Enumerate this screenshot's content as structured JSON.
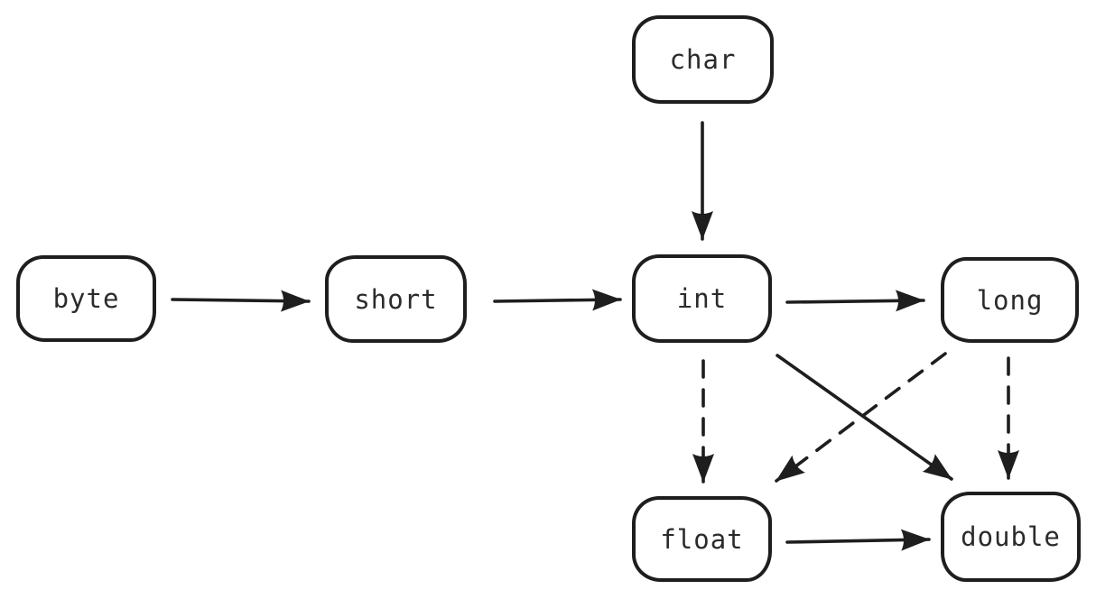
{
  "diagram": {
    "description": "Primitive type conversion diagram",
    "colors": {
      "background": "#ffffff",
      "stroke": "#1e1e1e",
      "text": "#2b2b2b"
    },
    "nodes": [
      {
        "id": "char",
        "label": "char"
      },
      {
        "id": "byte",
        "label": "byte"
      },
      {
        "id": "short",
        "label": "short"
      },
      {
        "id": "int",
        "label": "int"
      },
      {
        "id": "long",
        "label": "long"
      },
      {
        "id": "float",
        "label": "float"
      },
      {
        "id": "double",
        "label": "double"
      }
    ],
    "edges": [
      {
        "from": "byte",
        "to": "short",
        "style": "solid"
      },
      {
        "from": "short",
        "to": "int",
        "style": "solid"
      },
      {
        "from": "char",
        "to": "int",
        "style": "solid"
      },
      {
        "from": "int",
        "to": "long",
        "style": "solid"
      },
      {
        "from": "int",
        "to": "float",
        "style": "dashed"
      },
      {
        "from": "int",
        "to": "double",
        "style": "solid"
      },
      {
        "from": "long",
        "to": "float",
        "style": "dashed"
      },
      {
        "from": "long",
        "to": "double",
        "style": "dashed"
      },
      {
        "from": "float",
        "to": "double",
        "style": "solid"
      }
    ]
  }
}
